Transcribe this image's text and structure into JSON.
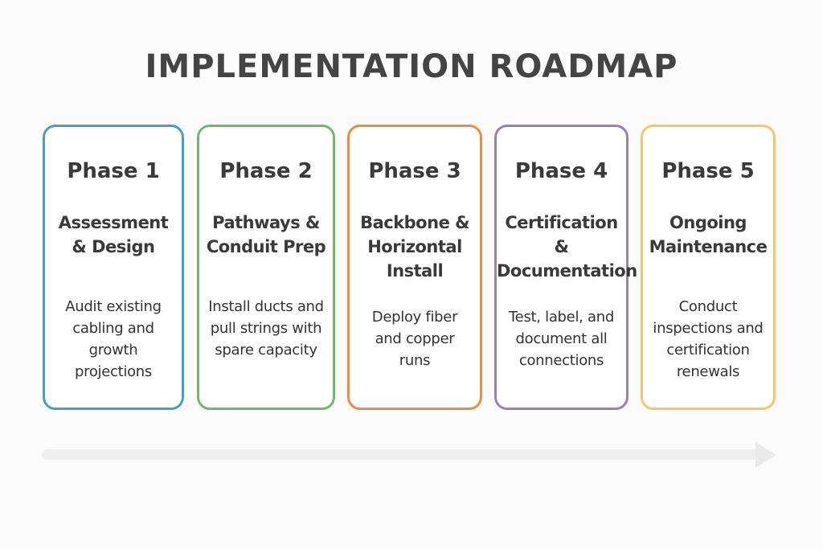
{
  "title": "IMPLEMENTATION ROADMAP",
  "phases": [
    {
      "label": "Phase 1",
      "name": "Assessment & Design",
      "description": "Audit existing cabling and growth projections",
      "color": "#4a9cc9"
    },
    {
      "label": "Phase 2",
      "name": "Pathways & Conduit Prep",
      "description": "Install ducts and pull strings with spare capacity",
      "color": "#6dbb6a"
    },
    {
      "label": "Phase 3",
      "name": "Backbone & Horizontal Install",
      "description": "Deploy fiber and copper runs",
      "color": "#ee8c45"
    },
    {
      "label": "Phase 4",
      "name": "Certification & Documentation",
      "description": "Test, label, and document all connections",
      "color": "#9b80b8"
    },
    {
      "label": "Phase 5",
      "name": "Ongoing Maintenance",
      "description": "Conduct inspections and certification renewals",
      "color": "#f5c66a"
    }
  ],
  "timeline_arrow": {
    "direction": "right",
    "color": "#eeeeee"
  }
}
